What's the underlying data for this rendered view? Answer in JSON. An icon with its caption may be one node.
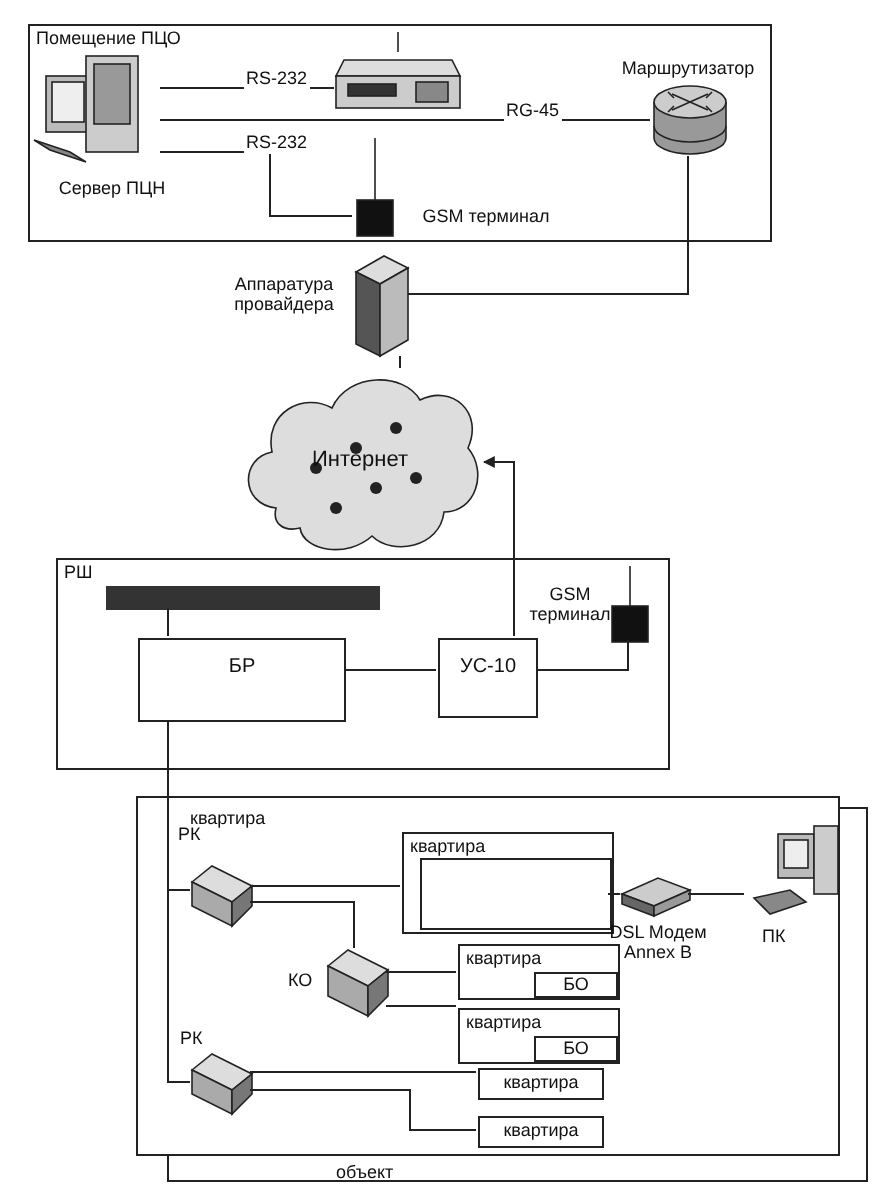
{
  "diagram": {
    "nodes": [
      {
        "text": [
          "Помещение ПЦО"
        ]
      },
      {
        "text": [],
        "shape": "picture",
        "in": 0,
        "beside": [
          "Сервер ПЦН"
        ]
      },
      {
        "text": [],
        "shape": "picture",
        "in": 0
      },
      {
        "text": [],
        "shape": "picture",
        "in": 0,
        "beside": [
          "Маршрутизатор"
        ]
      },
      {
        "text": [],
        "shape": "picture",
        "in": 0,
        "beside": [
          "GSM терминал"
        ]
      },
      {
        "text": [],
        "shape": "picture",
        "beside": [
          "Аппаратура провайдера"
        ]
      },
      {
        "text": [
          "Интернет"
        ]
      },
      {
        "text": [
          "РШ"
        ]
      },
      {
        "text": [],
        "shape": "bar",
        "in": 7
      },
      {
        "text": [
          "БР"
        ],
        "in": 7
      },
      {
        "text": [
          "УС-10"
        ],
        "in": 7
      },
      {
        "text": [],
        "shape": "picture",
        "in": 7,
        "beside": [
          "GSM терминал"
        ]
      },
      {
        "text": [
          "объект"
        ]
      },
      {
        "text": [
          "квартира"
        ],
        "in": 12
      },
      {
        "text": [],
        "shape": "box",
        "in": 13,
        "beside": [
          "РК"
        ]
      },
      {
        "text": [
          "квартира"
        ],
        "in": 13
      },
      {
        "text": [],
        "shape": "box",
        "in": 15
      },
      {
        "text": [],
        "shape": "picture",
        "in": 13,
        "beside": [
          "DSL Модем Annex B"
        ]
      },
      {
        "text": [],
        "shape": "picture",
        "in": 13,
        "beside": [
          "ПК"
        ]
      },
      {
        "text": [],
        "shape": "box",
        "in": 13,
        "beside": [
          "КО"
        ]
      },
      {
        "text": [
          "квартира"
        ],
        "in": 13
      },
      {
        "text": [
          "БО"
        ],
        "in": 20
      },
      {
        "text": [
          "квартира"
        ],
        "in": 13
      },
      {
        "text": [
          "БО"
        ],
        "in": 22
      },
      {
        "text": [],
        "shape": "box",
        "in": 13,
        "beside": [
          "РК"
        ]
      },
      {
        "text": [
          "квартира"
        ],
        "in": 13
      },
      {
        "text": [
          "квартира"
        ],
        "in": 13
      }
    ],
    "edges": [
      {
        "from": 1,
        "to": 2,
        "arrow": "none",
        "label": "RS-232"
      },
      {
        "from": 1,
        "to": 3,
        "arrow": "none",
        "label": "RG-45"
      },
      {
        "from": 1,
        "to": 4,
        "arrow": "none",
        "label": "RS-232"
      },
      {
        "from": 3,
        "to": 5,
        "arrow": "none"
      },
      {
        "from": 5,
        "to": 6,
        "arrow": "none"
      },
      {
        "from": 10,
        "to": 6,
        "arrow": "to"
      },
      {
        "from": 8,
        "to": 9,
        "arrow": "none"
      },
      {
        "from": 9,
        "to": 10,
        "arrow": "none"
      },
      {
        "from": 10,
        "to": 11,
        "arrow": "none"
      },
      {
        "from": 9,
        "to": 14,
        "arrow": "none"
      },
      {
        "from": 9,
        "to": 24,
        "arrow": "none"
      },
      {
        "from": 14,
        "to": 15,
        "arrow": "none"
      },
      {
        "from": 14,
        "to": 19,
        "arrow": "none"
      },
      {
        "from": 19,
        "to": 20,
        "arrow": "none"
      },
      {
        "from": 19,
        "to": 22,
        "arrow": "none"
      },
      {
        "from": 24,
        "to": 25,
        "arrow": "none"
      },
      {
        "from": 24,
        "to": 26,
        "arrow": "none"
      },
      {
        "from": 16,
        "to": 17,
        "arrow": "none"
      },
      {
        "from": 17,
        "to": 18,
        "arrow": "none"
      }
    ]
  }
}
